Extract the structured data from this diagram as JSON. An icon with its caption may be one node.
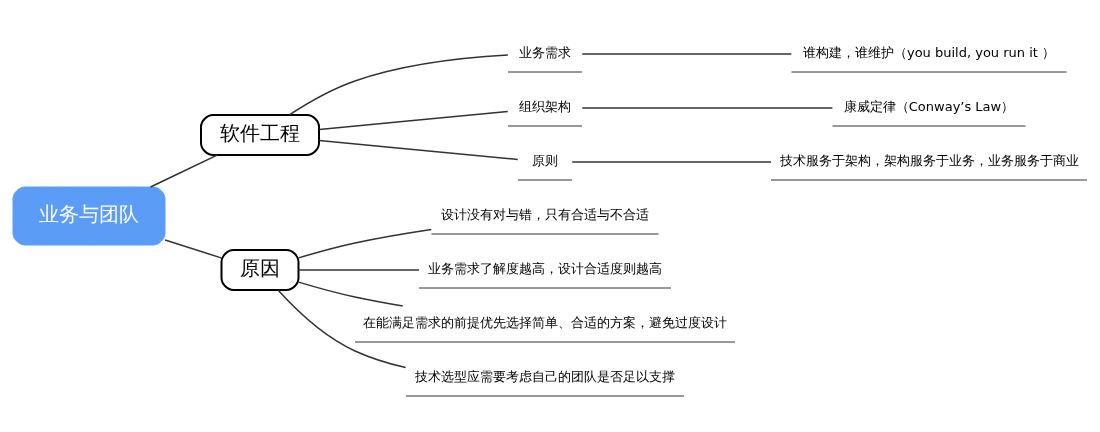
{
  "diagram": {
    "nodes": [
      {
        "text": [
          "业务与团队"
        ]
      },
      {
        "text": [
          "软件工程"
        ]
      },
      {
        "text": [
          "业务需求"
        ]
      },
      {
        "text": [
          "谁构建，谁维护（you build, you run it ）"
        ]
      },
      {
        "text": [
          "组织架构"
        ]
      },
      {
        "text": [
          "康威定律（Conway’s Law）"
        ]
      },
      {
        "text": [
          "原则"
        ]
      },
      {
        "text": [
          "技术服务于架构，架构服务于业务，业务服务于商业"
        ]
      },
      {
        "text": [
          "原因"
        ]
      },
      {
        "text": [
          "设计没有对与错，只有合适与不合适"
        ]
      },
      {
        "text": [
          "业务需求了解度越高，设计合适度则越高"
        ]
      },
      {
        "text": [
          "在能满足需求的前提优先选择简单、合适的方案，避免过度设计"
        ]
      },
      {
        "text": [
          "技术选型应需要考虑自己的团队是否足以支撑"
        ]
      }
    ],
    "edges": [
      {
        "from": 0,
        "to": 1,
        "arrow": "none"
      },
      {
        "from": 0,
        "to": 8,
        "arrow": "none"
      },
      {
        "from": 1,
        "to": 2,
        "arrow": "none"
      },
      {
        "from": 1,
        "to": 4,
        "arrow": "none"
      },
      {
        "from": 1,
        "to": 6,
        "arrow": "none"
      },
      {
        "from": 2,
        "to": 3,
        "arrow": "none"
      },
      {
        "from": 4,
        "to": 5,
        "arrow": "none"
      },
      {
        "from": 6,
        "to": 7,
        "arrow": "none"
      },
      {
        "from": 8,
        "to": 9,
        "arrow": "none"
      },
      {
        "from": 8,
        "to": 10,
        "arrow": "none"
      },
      {
        "from": 8,
        "to": 11,
        "arrow": "none"
      },
      {
        "from": 8,
        "to": 12,
        "arrow": "none"
      }
    ]
  }
}
